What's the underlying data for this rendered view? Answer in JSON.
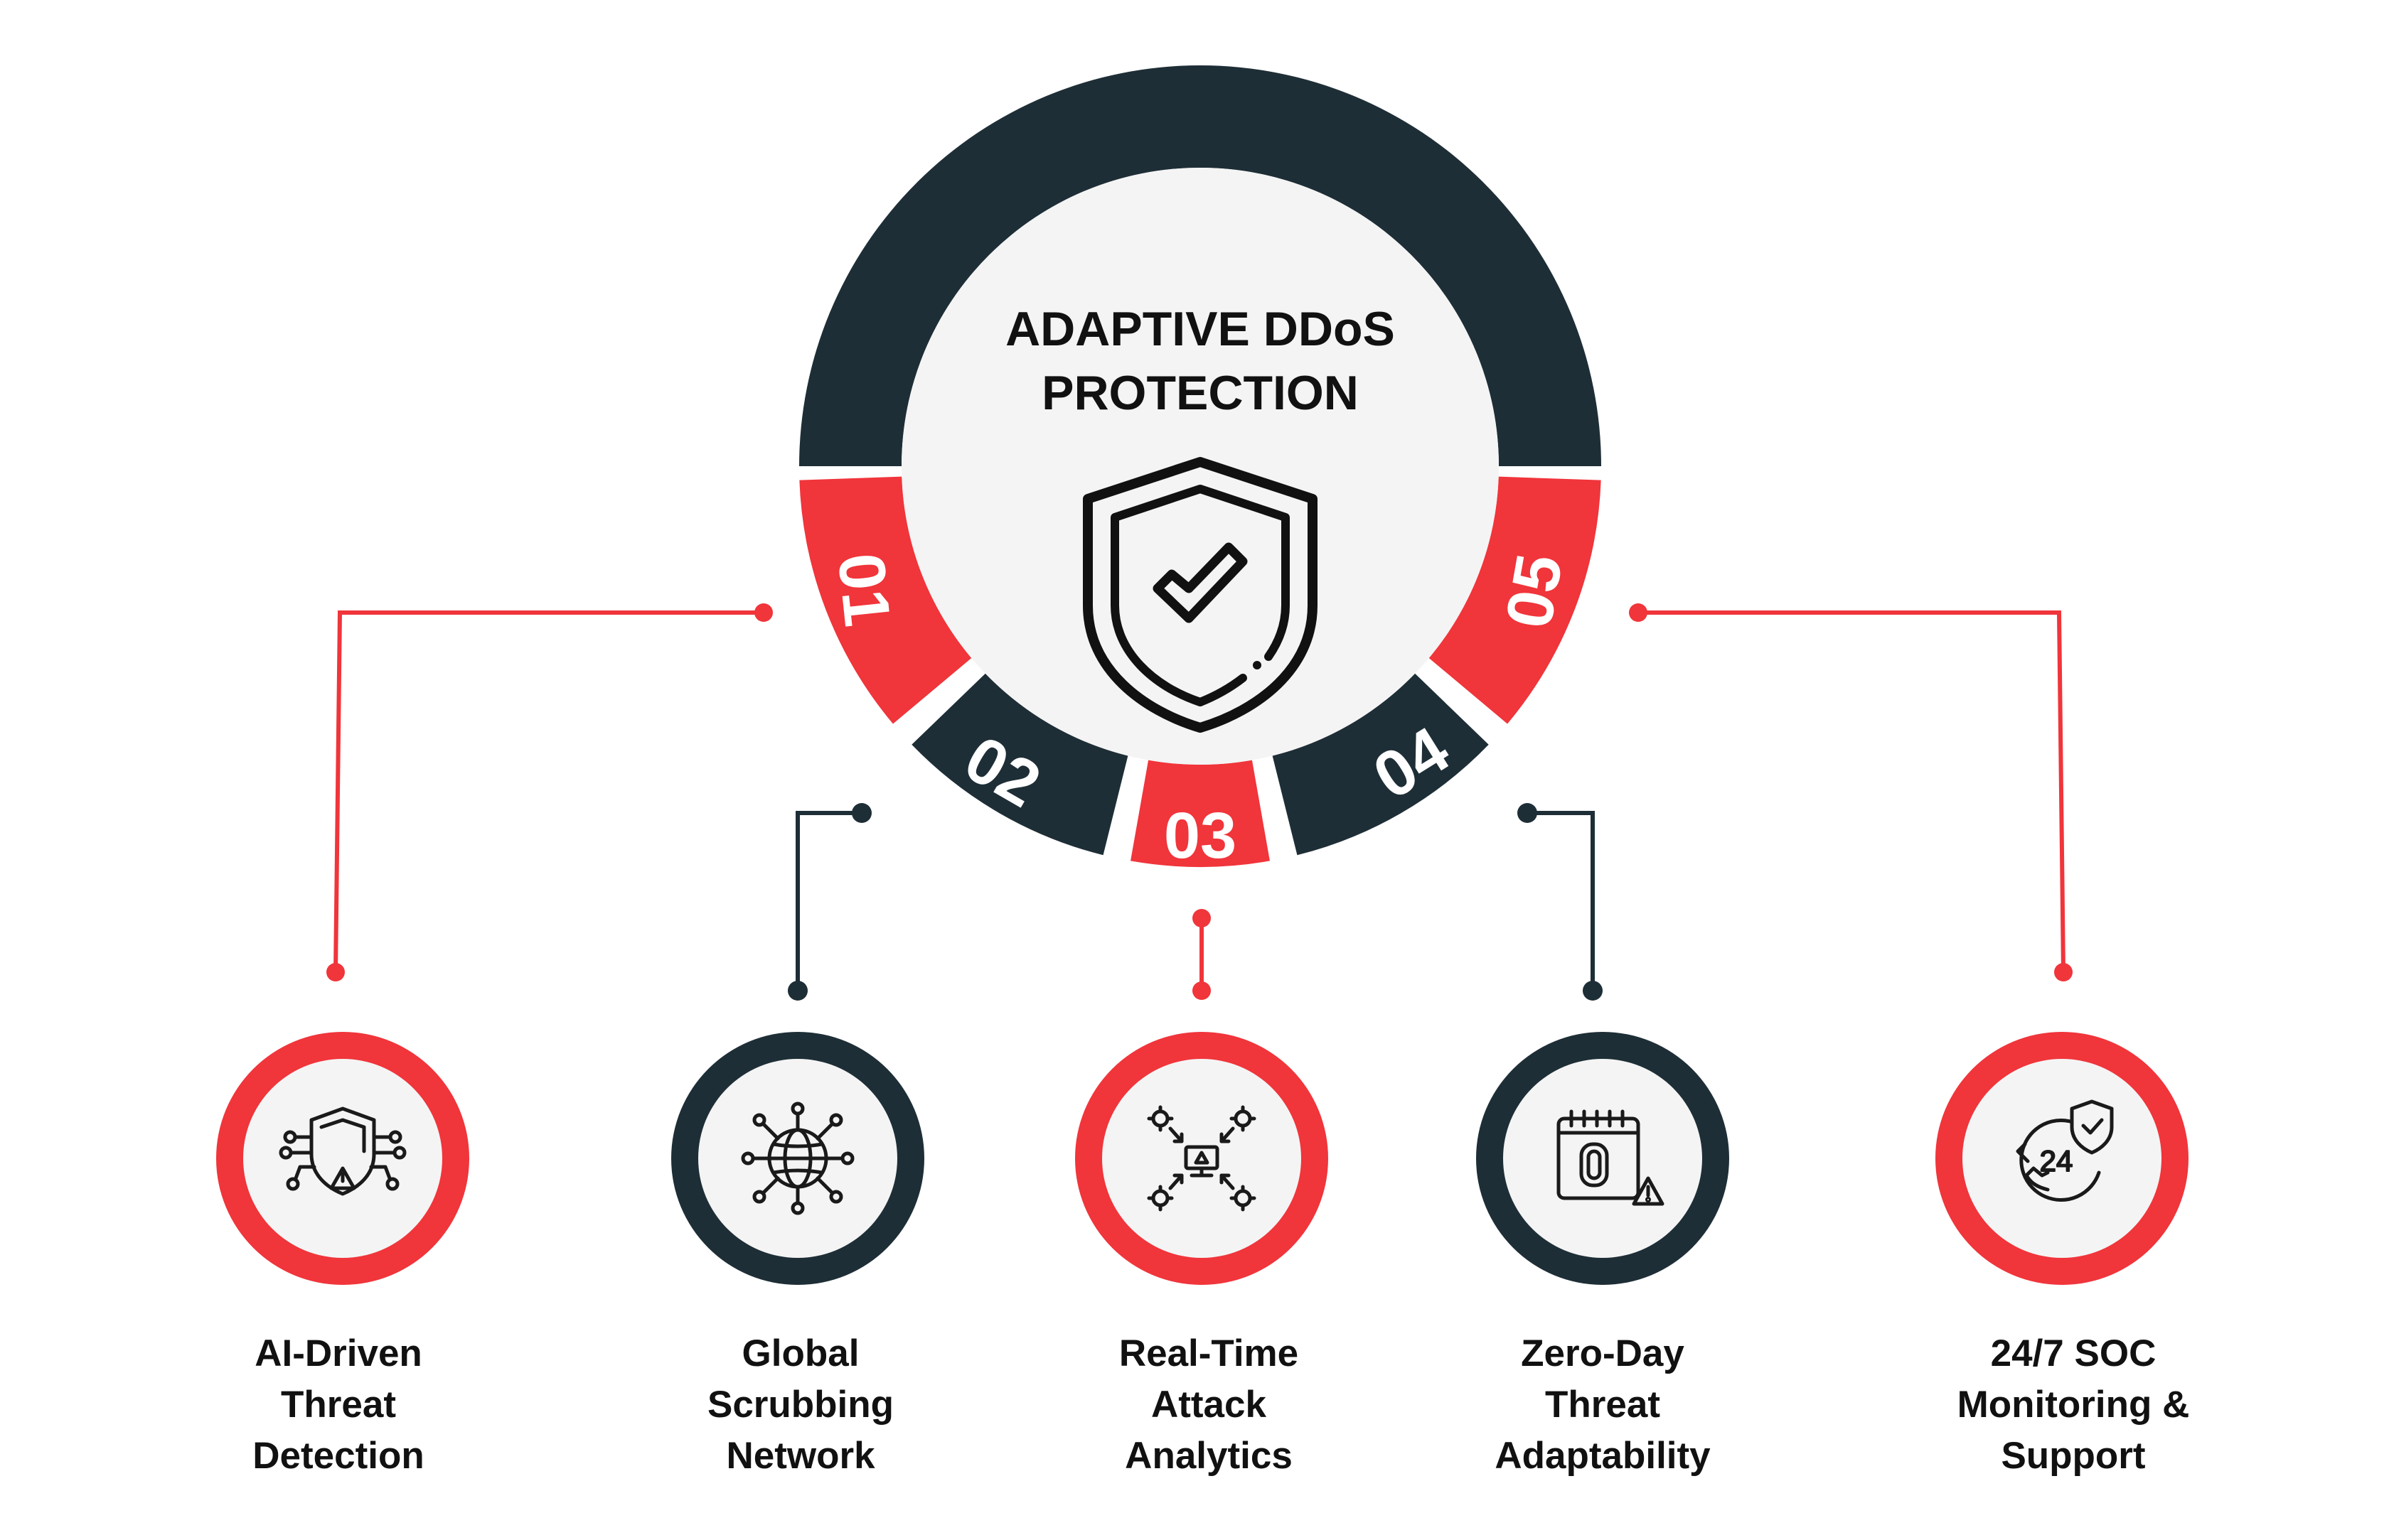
{
  "colors": {
    "red": "#F0353B",
    "dark": "#1E2E36",
    "inner": "#F4F4F4"
  },
  "hub": {
    "title_line1": "ADAPTIVE DDoS",
    "title_line2": "PROTECTION",
    "icon": "shield-check-icon"
  },
  "features": [
    {
      "number": "01",
      "line1": "AI-Driven",
      "line2": "Threat",
      "line3": "Detection",
      "color": "red",
      "icon": "shield-network-alert-icon"
    },
    {
      "number": "02",
      "line1": "Global",
      "line2": "Scrubbing",
      "line3": "Network",
      "color": "dark",
      "icon": "globe-network-icon"
    },
    {
      "number": "03",
      "line1": "Real-Time",
      "line2": "Attack",
      "line3": "Analytics",
      "color": "red",
      "icon": "attack-monitor-icon"
    },
    {
      "number": "04",
      "line1": "Zero-Day",
      "line2": "Threat",
      "line3": "Adaptability",
      "color": "dark",
      "icon": "zero-day-calendar-icon"
    },
    {
      "number": "05",
      "line1": "24/7 SOC",
      "line2": "Monitoring &",
      "line3": "Support",
      "color": "red",
      "icon": "clock-24-shield-icon"
    }
  ]
}
